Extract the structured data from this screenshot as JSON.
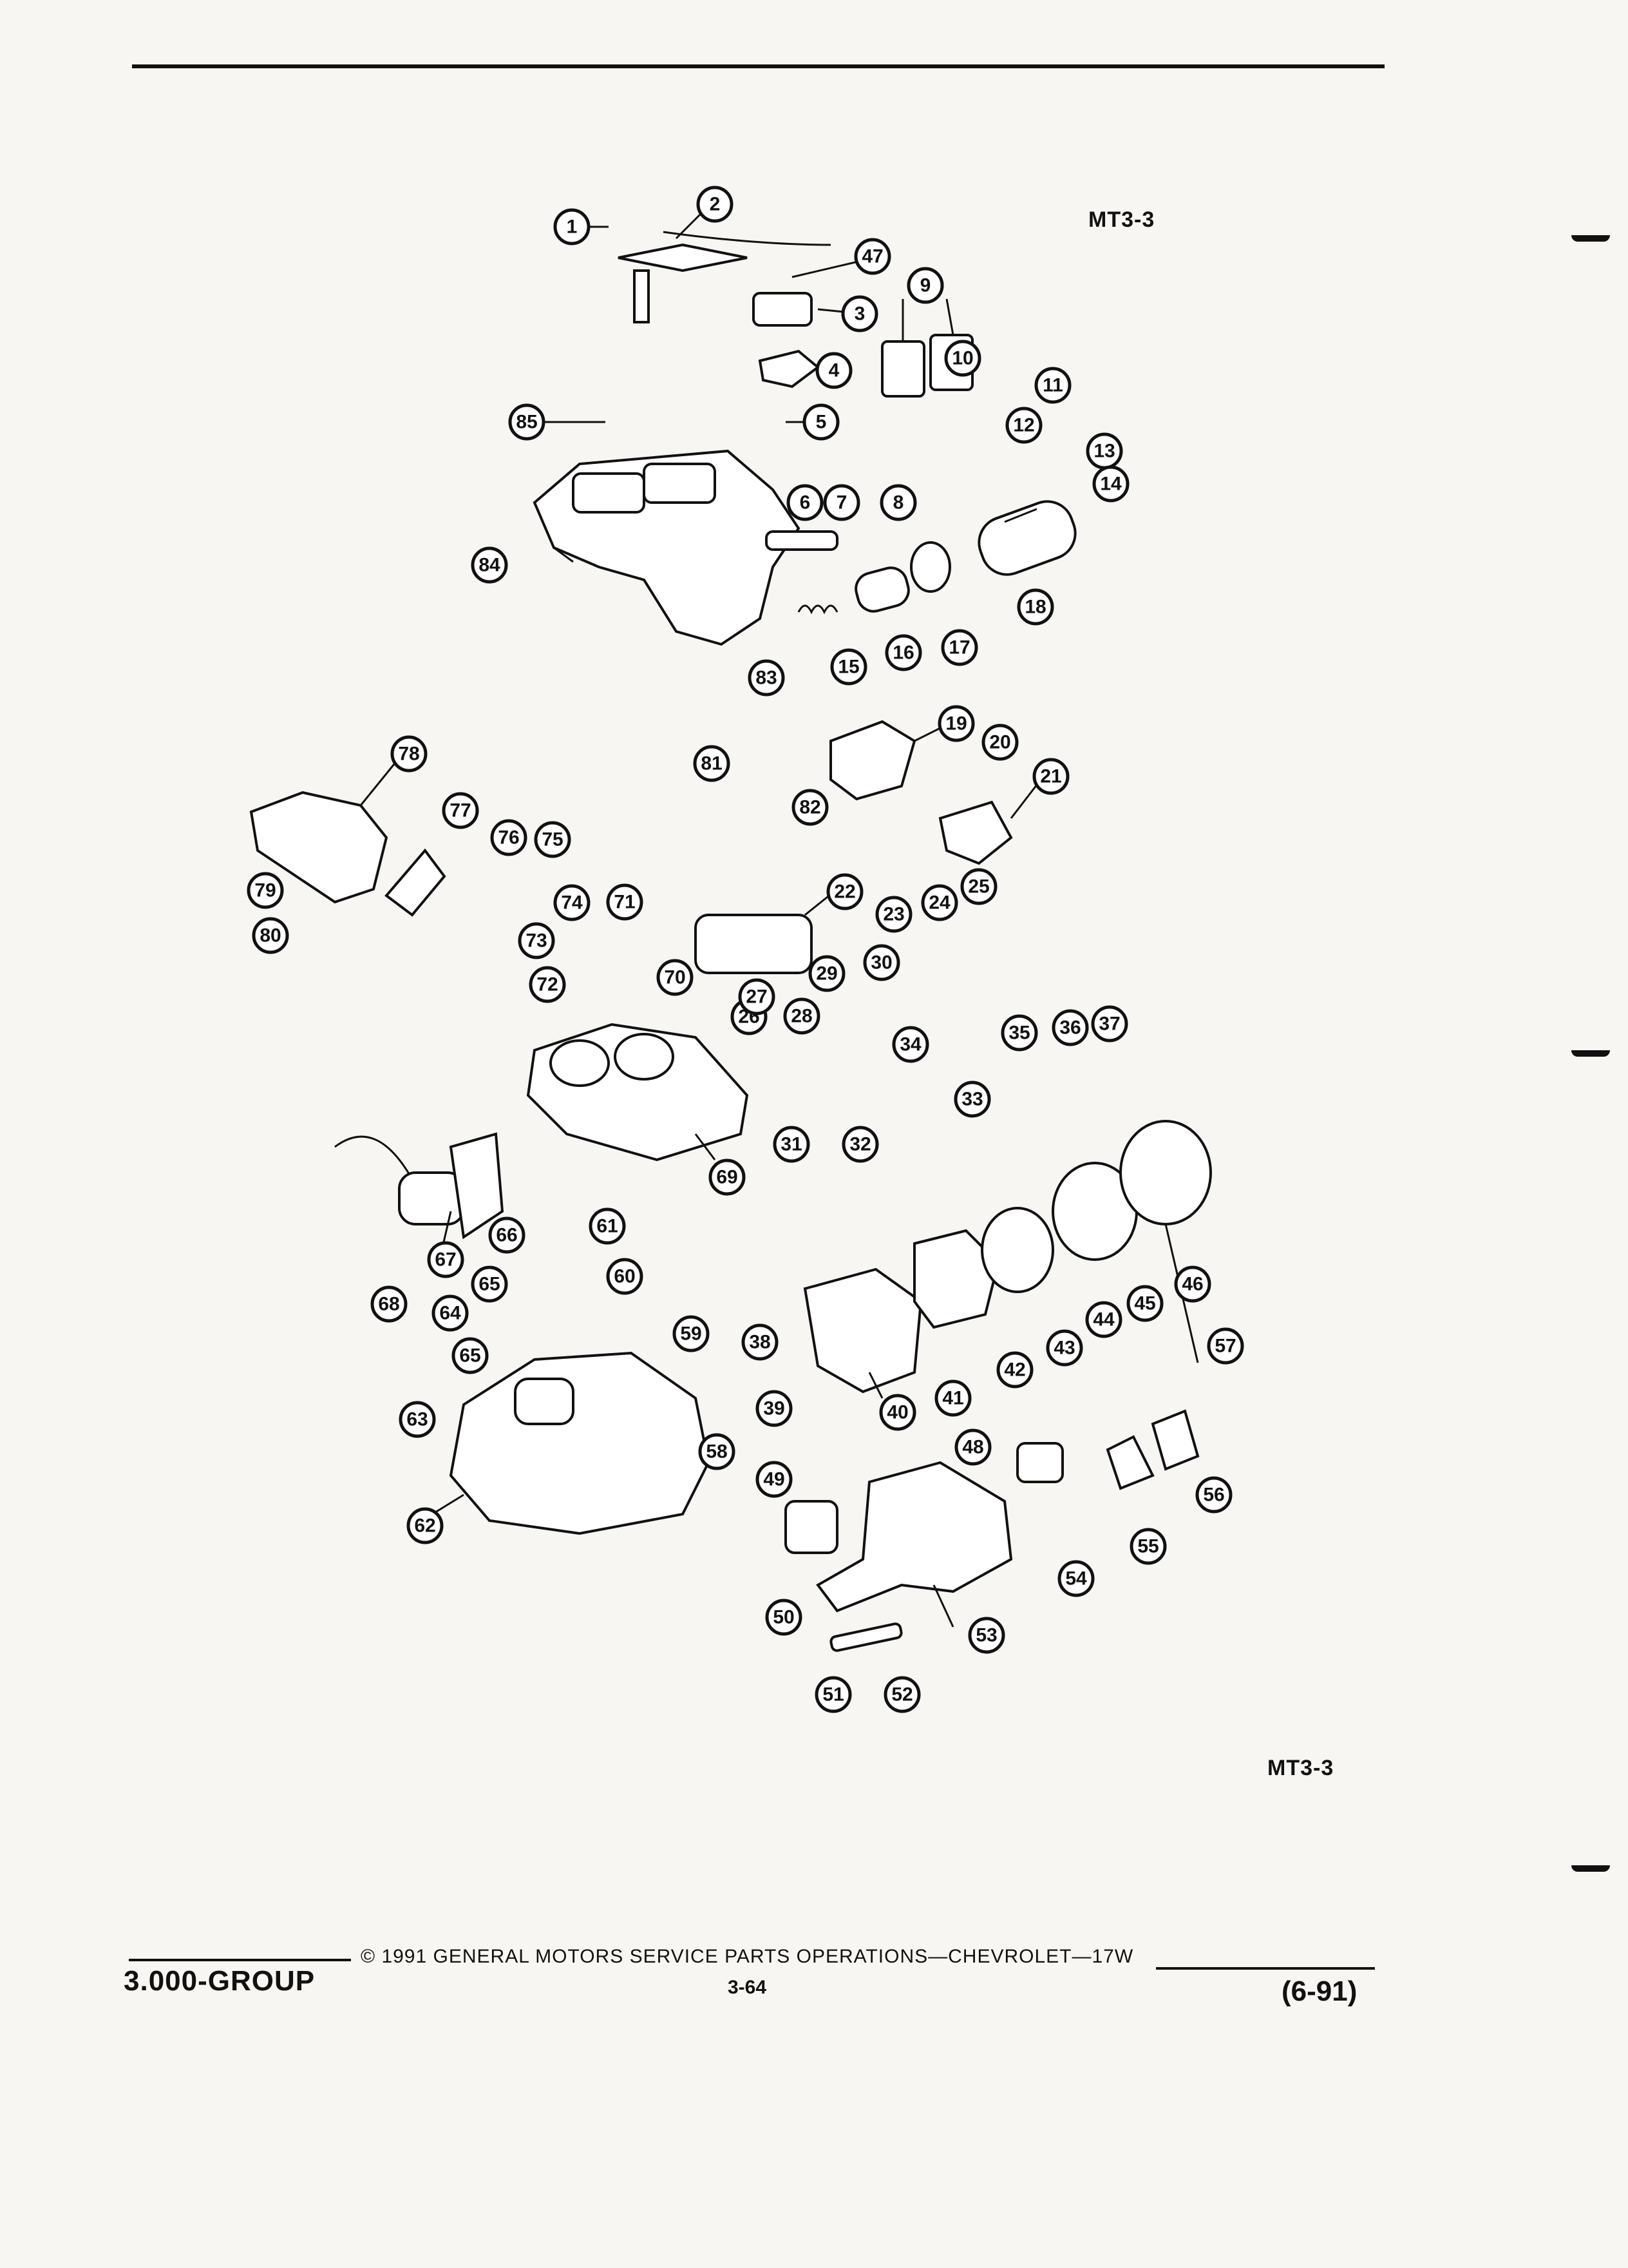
{
  "figure": {
    "code_top": "MT3-3",
    "code_bottom": "MT3-3"
  },
  "footer": {
    "group": "3.000-GROUP",
    "copyright": "© 1991 GENERAL MOTORS SERVICE PARTS OPERATIONS—CHEVROLET—17W",
    "page_number": "3-64",
    "revision": "(6-91)"
  },
  "callouts": [
    "1",
    "2",
    "3",
    "4",
    "5",
    "6",
    "7",
    "8",
    "9",
    "10",
    "11",
    "12",
    "13",
    "14",
    "15",
    "16",
    "17",
    "18",
    "19",
    "20",
    "21",
    "22",
    "23",
    "24",
    "25",
    "26",
    "27",
    "28",
    "29",
    "30",
    "31",
    "32",
    "33",
    "34",
    "35",
    "36",
    "37",
    "38",
    "39",
    "40",
    "41",
    "42",
    "43",
    "44",
    "45",
    "46",
    "47",
    "48",
    "49",
    "50",
    "51",
    "52",
    "53",
    "54",
    "55",
    "56",
    "57",
    "58",
    "59",
    "60",
    "61",
    "62",
    "63",
    "64",
    "65",
    "66",
    "67",
    "68",
    "69",
    "70",
    "71",
    "72",
    "73",
    "74",
    "75",
    "76",
    "77",
    "78",
    "79",
    "80",
    "81",
    "82",
    "83",
    "84",
    "85"
  ]
}
